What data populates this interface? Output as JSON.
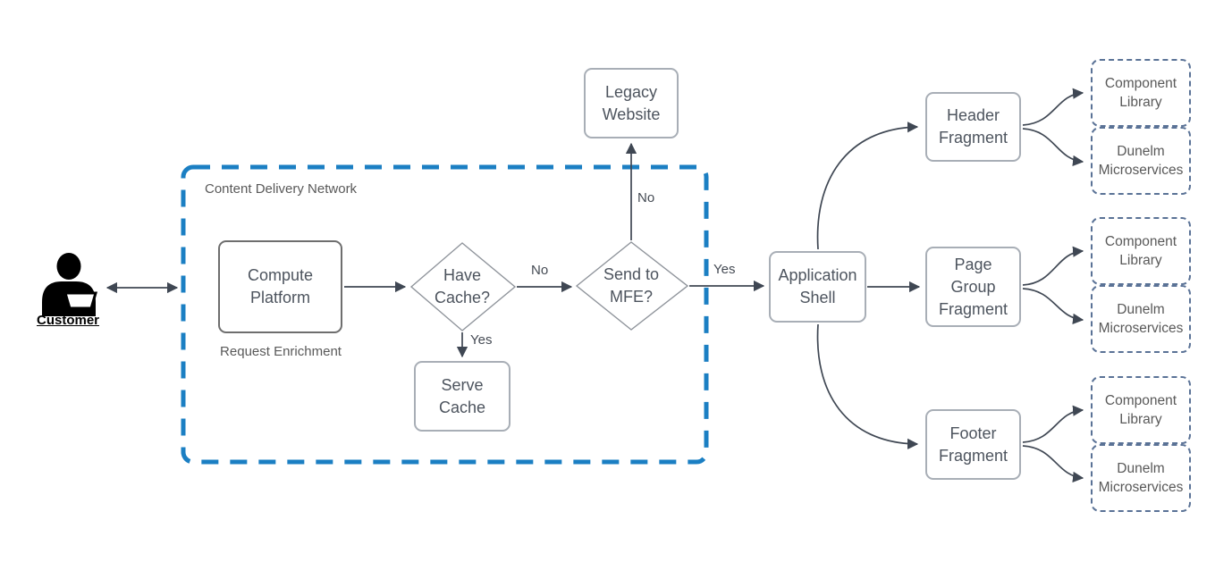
{
  "customer": {
    "label": "Customer"
  },
  "cdn": {
    "label": "Content Delivery Network"
  },
  "nodes": {
    "compute_platform": {
      "label": "Compute Platform",
      "sublabel": "Request Enrichment"
    },
    "have_cache": {
      "label": "Have Cache?"
    },
    "serve_cache": {
      "label": "Serve Cache"
    },
    "send_to_mfe": {
      "label": "Send to MFE?"
    },
    "legacy_website": {
      "label": "Legacy Website"
    },
    "application_shell": {
      "label": "Application Shell"
    }
  },
  "edges": {
    "have_cache_no": "No",
    "have_cache_yes": "Yes",
    "send_to_mfe_no": "No",
    "send_to_mfe_yes": "Yes"
  },
  "fragments": [
    {
      "label": "Header Fragment",
      "targets": [
        "Component Library",
        "Dunelm Microservices"
      ]
    },
    {
      "label": "Page Group Fragment",
      "targets": [
        "Component Library",
        "Dunelm Microservices"
      ]
    },
    {
      "label": "Footer Fragment",
      "targets": [
        "Component Library",
        "Dunelm Microservices"
      ]
    }
  ],
  "colors": {
    "arrow": "#3f4753",
    "node_border_light": "#a8aeb6",
    "node_text": "#4d545e",
    "label_text": "#595959",
    "cdn_border": "#1b7fc3",
    "dashed_border": "#5a7296",
    "diamond_stroke": "#8f949b"
  }
}
